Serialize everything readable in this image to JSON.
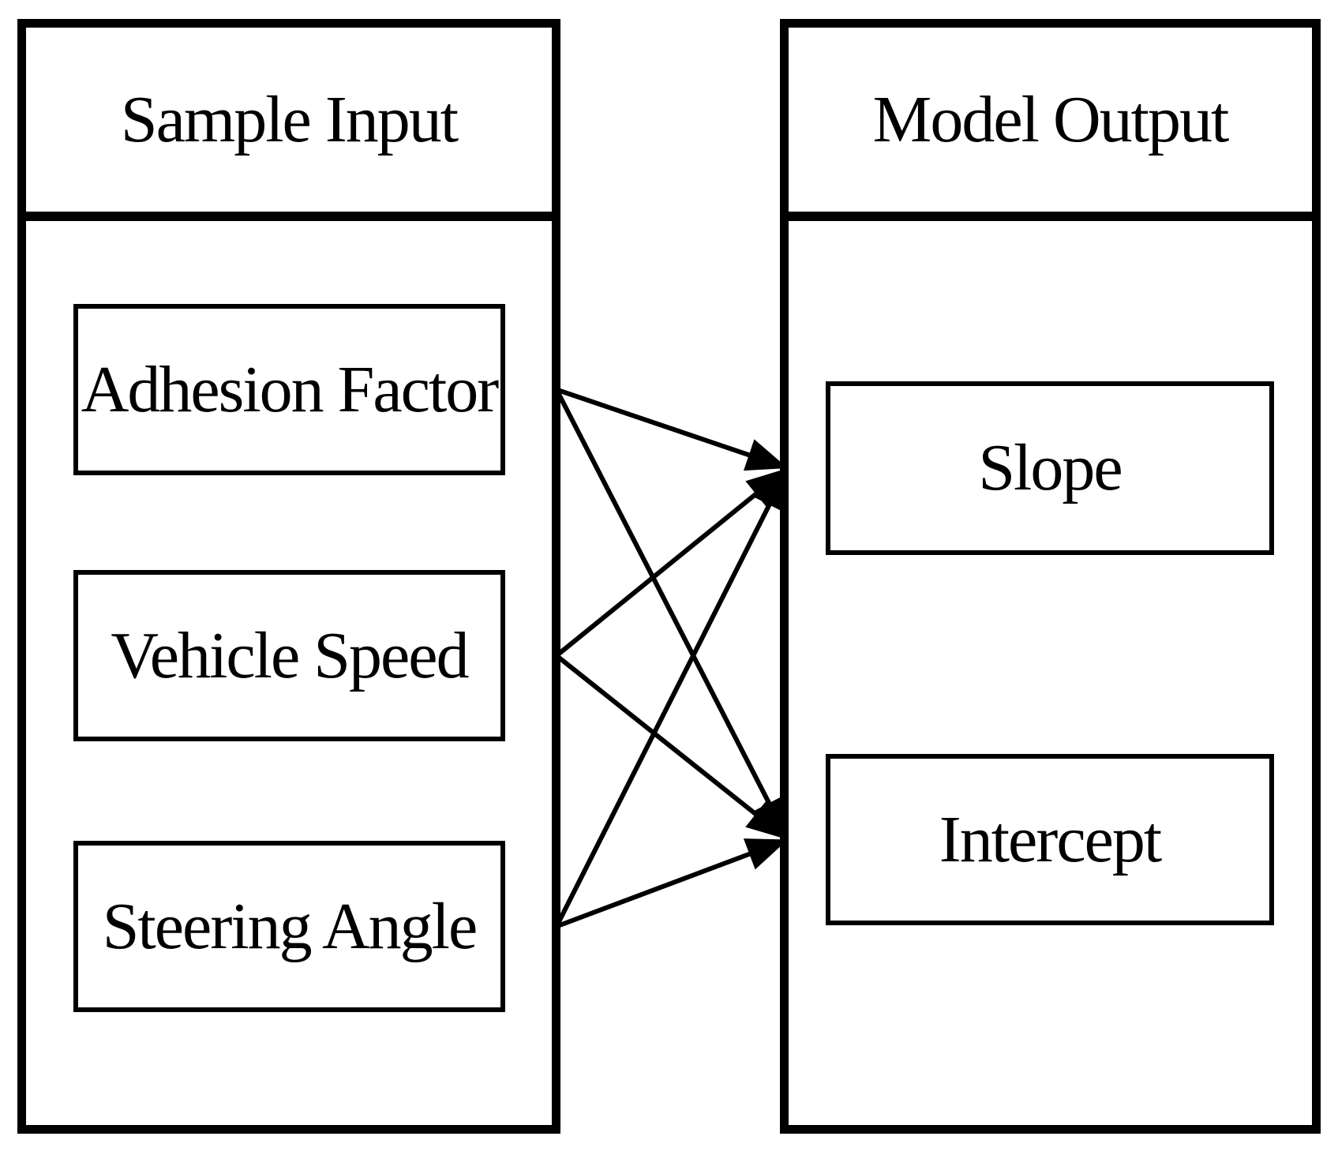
{
  "diagram": {
    "colors": {
      "stroke": "#000000",
      "background": "#ffffff"
    },
    "input_panel": {
      "title": "Sample Input",
      "items": [
        {
          "label": "Adhesion Factor"
        },
        {
          "label": "Vehicle Speed"
        },
        {
          "label": "Steering Angle"
        }
      ]
    },
    "output_panel": {
      "title": "Model Output",
      "items": [
        {
          "label": "Slope"
        },
        {
          "label": "Intercept"
        }
      ]
    },
    "connections": [
      {
        "from": "Adhesion Factor",
        "to": "Slope",
        "from_index": 0,
        "to_index": 0
      },
      {
        "from": "Adhesion Factor",
        "to": "Intercept",
        "from_index": 0,
        "to_index": 1
      },
      {
        "from": "Vehicle Speed",
        "to": "Slope",
        "from_index": 1,
        "to_index": 0
      },
      {
        "from": "Vehicle Speed",
        "to": "Intercept",
        "from_index": 1,
        "to_index": 1
      },
      {
        "from": "Steering Angle",
        "to": "Slope",
        "from_index": 2,
        "to_index": 0
      },
      {
        "from": "Steering Angle",
        "to": "Intercept",
        "from_index": 2,
        "to_index": 1
      }
    ]
  }
}
